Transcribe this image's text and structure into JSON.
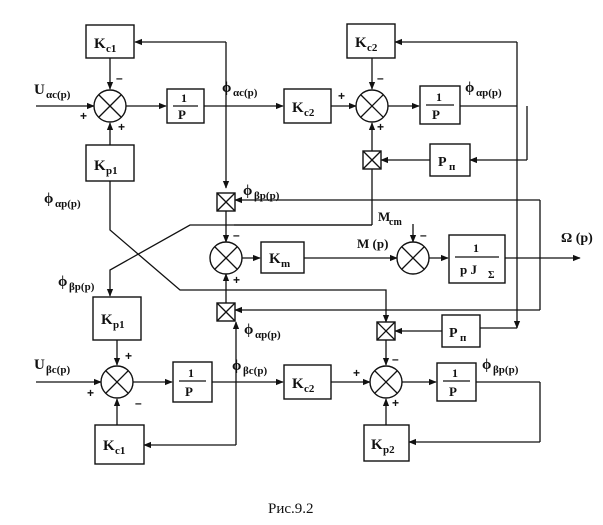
{
  "blocks": {
    "kc1_top": {
      "main": "K",
      "sub": "c1"
    },
    "int_a": {
      "num": "1",
      "den": "P"
    },
    "kp1_top": {
      "main": "K",
      "sub": "p1"
    },
    "kc2_mid_top": {
      "main": "K",
      "sub": "c2"
    },
    "kc2_top": {
      "main": "K",
      "sub": "c2"
    },
    "int_b": {
      "num": "1",
      "den": "P"
    },
    "pp_top": {
      "main": "P",
      "sub": "п"
    },
    "km": {
      "main": "K",
      "sub": "m"
    },
    "inertia": {
      "num": "1",
      "den": "p J",
      "den_sub": "Σ"
    },
    "kp1_bot": {
      "main": "K",
      "sub": "p1"
    },
    "int_c": {
      "num": "1",
      "den": "P"
    },
    "kc2_bot": {
      "main": "K",
      "sub": "c2"
    },
    "int_d": {
      "num": "1",
      "den": "P"
    },
    "pp_bot": {
      "main": "P",
      "sub": "п"
    },
    "kc1_bot": {
      "main": "K",
      "sub": "c1"
    },
    "kp2_bot": {
      "main": "K",
      "sub": "p2"
    }
  },
  "signals": {
    "u_alpha": {
      "main": "U",
      "sub": "αc(p)"
    },
    "phi_alpha_c": {
      "main": "ϕ",
      "sub": "αc(p)"
    },
    "phi_alpha_p_out": {
      "main": "ϕ",
      "sub": "αp(p)"
    },
    "phi_beta_p_mult": {
      "main": "ϕ",
      "sub": "βp(p)"
    },
    "phi_alpha_p_left": {
      "main": "ϕ",
      "sub": "αp(p)"
    },
    "m_cm": {
      "main": "M",
      "sub": "cm"
    },
    "m_p": {
      "main": "M (p)",
      "sub": ""
    },
    "omega": {
      "main": "Ω (p)",
      "sub": ""
    },
    "phi_beta_p_left": {
      "main": "ϕ",
      "sub": "βp(p)"
    },
    "phi_alpha_p_mult": {
      "main": "ϕ",
      "sub": "αp(p)"
    },
    "u_beta": {
      "main": "U",
      "sub": "βc(p)"
    },
    "phi_beta_c": {
      "main": "ϕ",
      "sub": "βc(p)"
    },
    "phi_beta_p_out": {
      "main": "ϕ",
      "sub": "βp(p)"
    }
  },
  "signs": {
    "s1": "–",
    "s2": "+",
    "s3": "+",
    "s4": "+",
    "s5": "–",
    "s6": "+",
    "s7": "–",
    "s8": "+",
    "s9": "–",
    "s10": "+",
    "s11": "+",
    "s12": "–",
    "s13": "+",
    "s14": "–",
    "s15": "+"
  },
  "caption": "Рис.9.2"
}
